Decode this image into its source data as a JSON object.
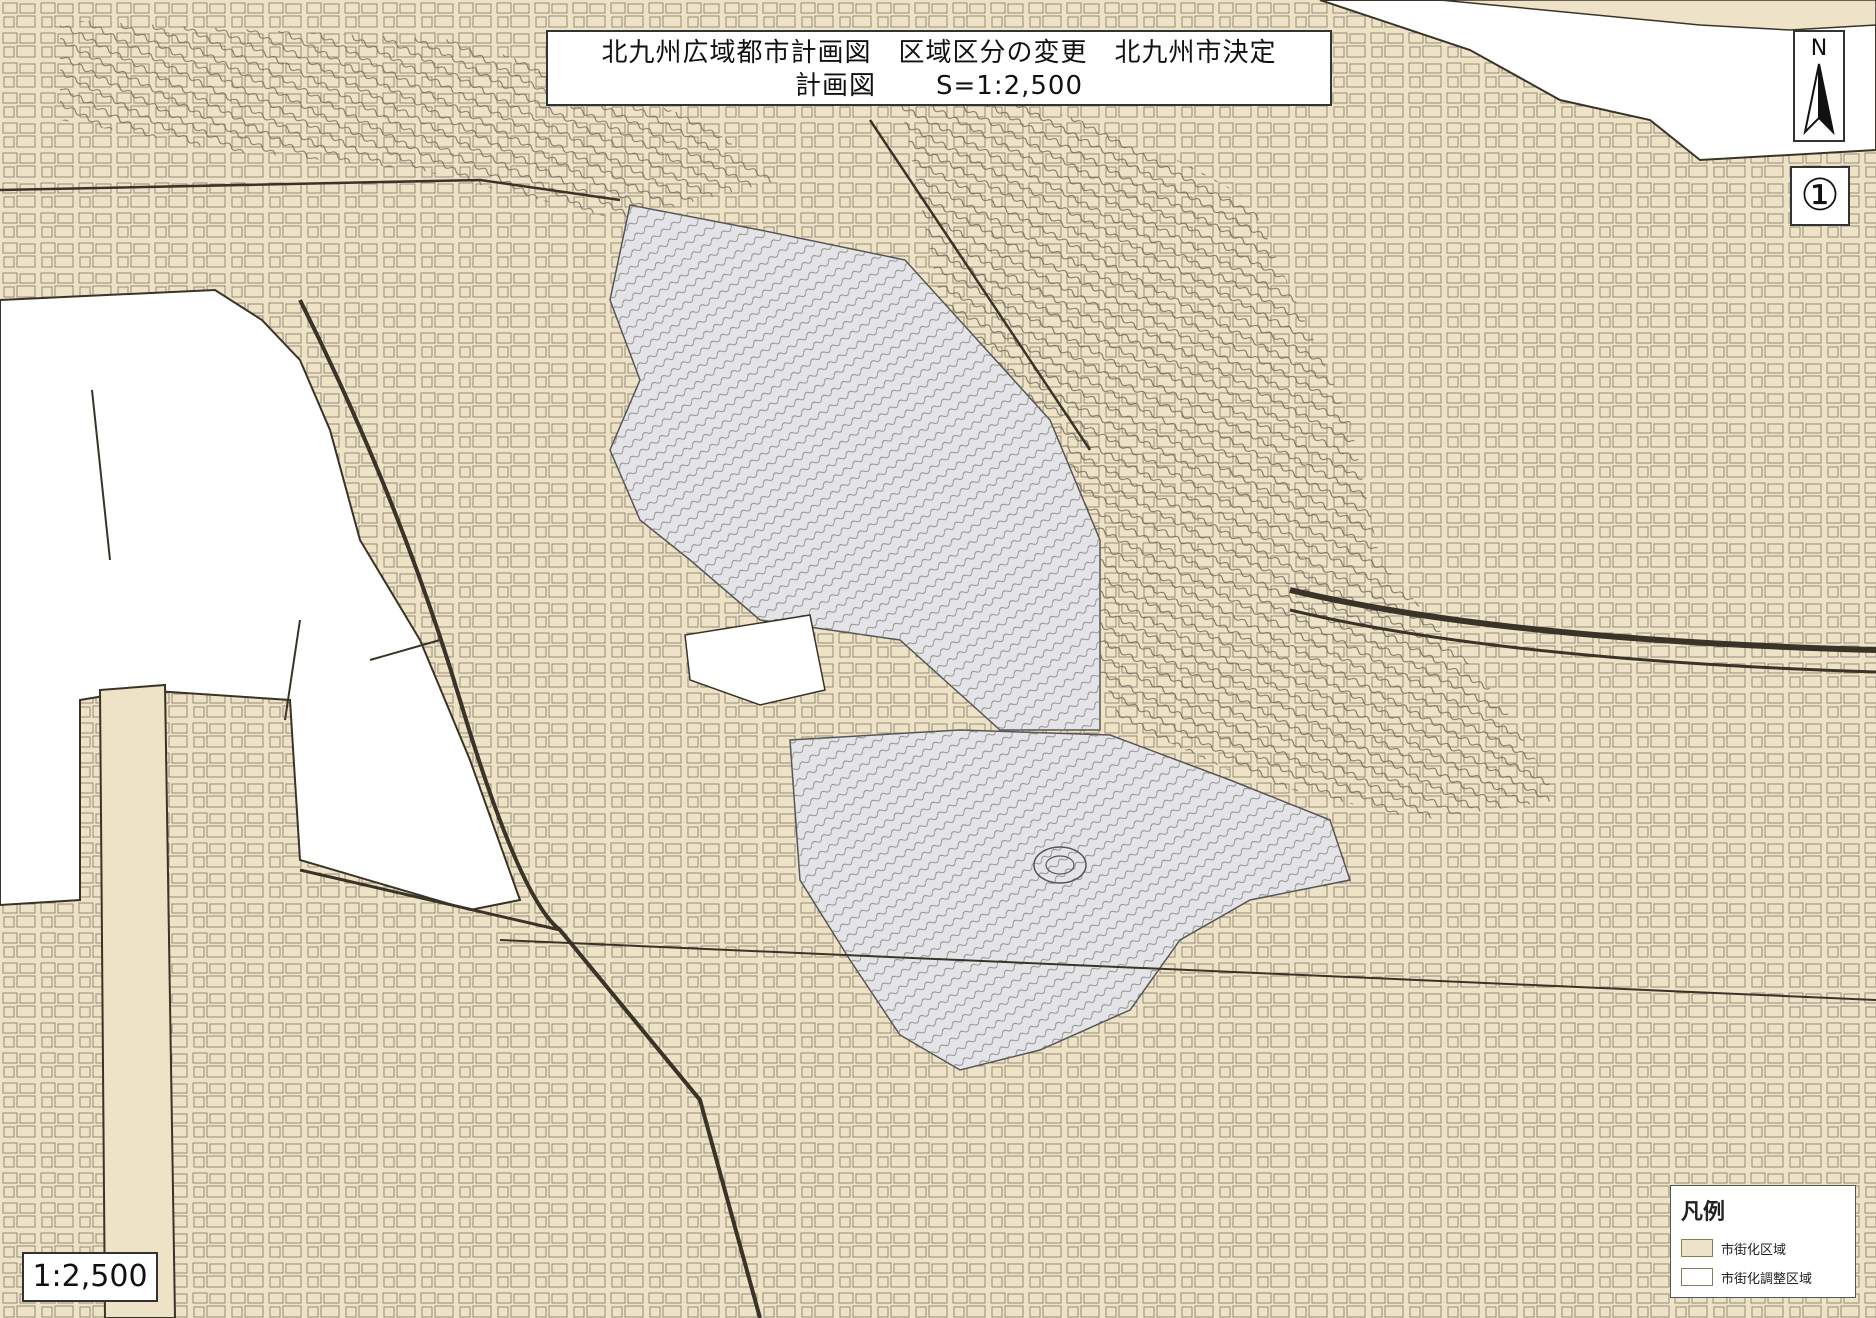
{
  "title": {
    "line1": "北九州広域都市計画図　区域区分の変更　北九州市決定",
    "line2_a": "計画図",
    "line2_b": "S=1:2,500"
  },
  "north_arrow": {
    "label": "N",
    "icon": "north-arrow-icon"
  },
  "sheet_number": "①",
  "scale_label": "1:2,500",
  "legend": {
    "title": "凡例",
    "items": [
      {
        "label": "市街化区域",
        "color": "#efe3c7"
      },
      {
        "label": "市街化調整区域",
        "color": "#ffffff"
      }
    ]
  },
  "colors": {
    "urbanization_area": "#efe3c7",
    "adjustment_area": "#e4e4e8",
    "water": "#ffffff",
    "lines": "#3a3428"
  }
}
